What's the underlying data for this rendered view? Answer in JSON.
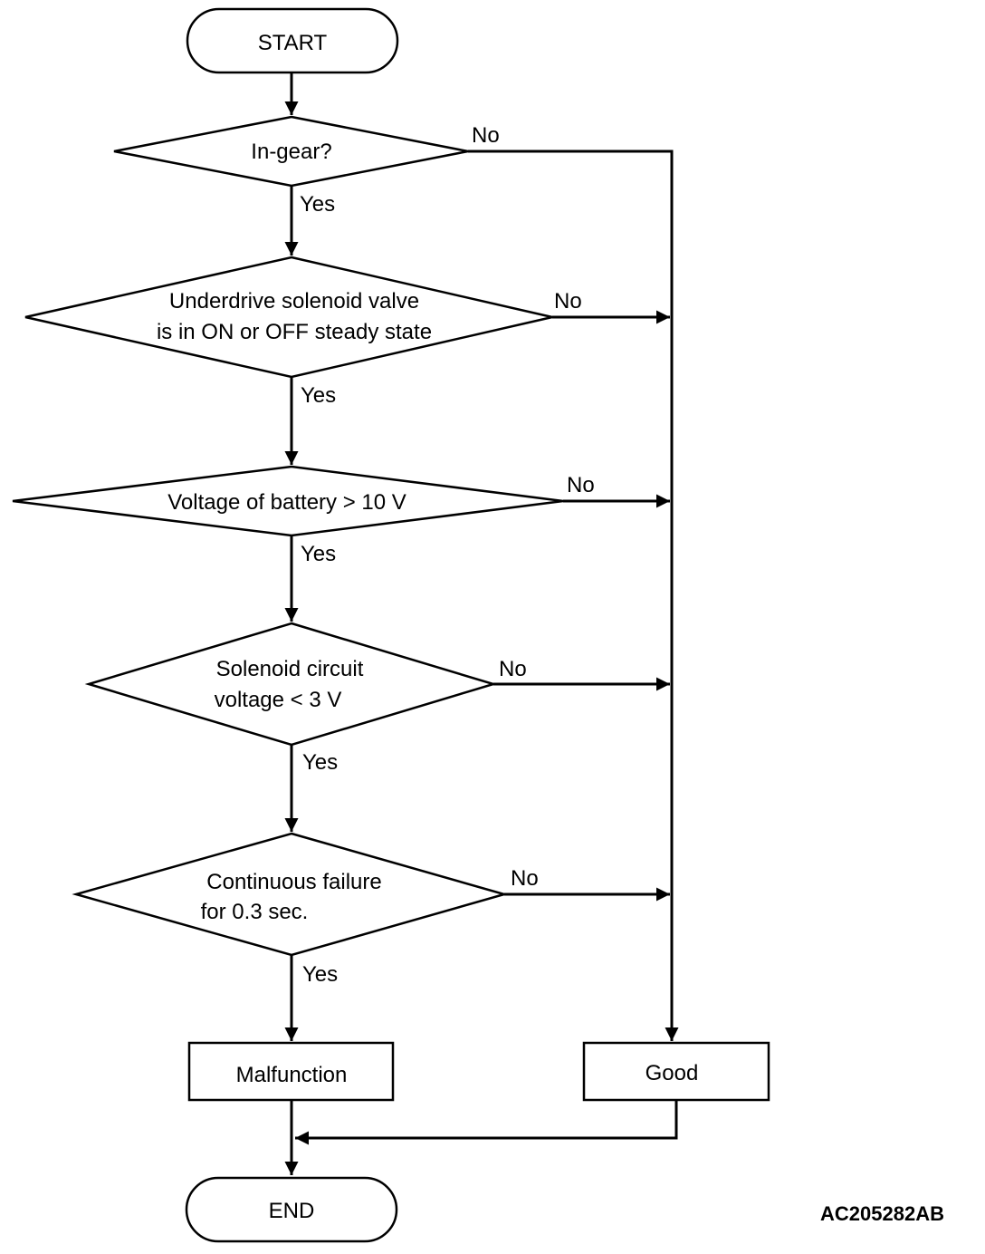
{
  "start": "START",
  "end": "END",
  "decisions": [
    {
      "lines": [
        "In-gear?"
      ],
      "yes": "Yes",
      "no": "No"
    },
    {
      "lines": [
        "Underdrive solenoid valve",
        "is in ON or OFF steady state"
      ],
      "yes": "Yes",
      "no": "No"
    },
    {
      "lines": [
        "Voltage of battery > 10 V"
      ],
      "yes": "Yes",
      "no": "No"
    },
    {
      "lines": [
        "Solenoid circuit",
        "voltage < 3 V"
      ],
      "yes": "Yes",
      "no": "No"
    },
    {
      "lines": [
        "Continuous failure",
        "for 0.3 sec."
      ],
      "yes": "Yes",
      "no": "No"
    }
  ],
  "outcomes": {
    "malfunction": "Malfunction",
    "good": "Good"
  },
  "figure_code": "AC205282AB"
}
